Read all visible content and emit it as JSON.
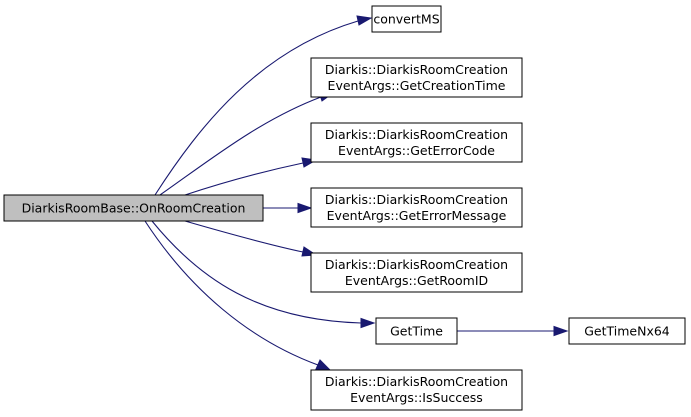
{
  "diagram": {
    "title": "",
    "colors": {
      "edge": "#191970",
      "root_fill": "#bfbfbf",
      "node_fill": "#ffffff",
      "border": "#000000"
    },
    "root": {
      "lines": [
        "DiarkisRoomBase::OnRoomCreation"
      ]
    },
    "callees": [
      {
        "id": "convertms",
        "lines": [
          "convertMS"
        ]
      },
      {
        "id": "getcreationtime",
        "lines": [
          "Diarkis::DiarkisRoomCreation",
          "EventArgs::GetCreationTime"
        ]
      },
      {
        "id": "geterrorcode",
        "lines": [
          "Diarkis::DiarkisRoomCreation",
          "EventArgs::GetErrorCode"
        ]
      },
      {
        "id": "geterrormessage",
        "lines": [
          "Diarkis::DiarkisRoomCreation",
          "EventArgs::GetErrorMessage"
        ]
      },
      {
        "id": "getroomid",
        "lines": [
          "Diarkis::DiarkisRoomCreation",
          "EventArgs::GetRoomID"
        ]
      },
      {
        "id": "gettime",
        "lines": [
          "GetTime"
        ]
      },
      {
        "id": "issuccess",
        "lines": [
          "Diarkis::DiarkisRoomCreation",
          "EventArgs::IsSuccess"
        ]
      }
    ],
    "second_level": [
      {
        "id": "gettimenx64",
        "caller": "gettime",
        "lines": [
          "GetTimeNx64"
        ]
      }
    ]
  }
}
